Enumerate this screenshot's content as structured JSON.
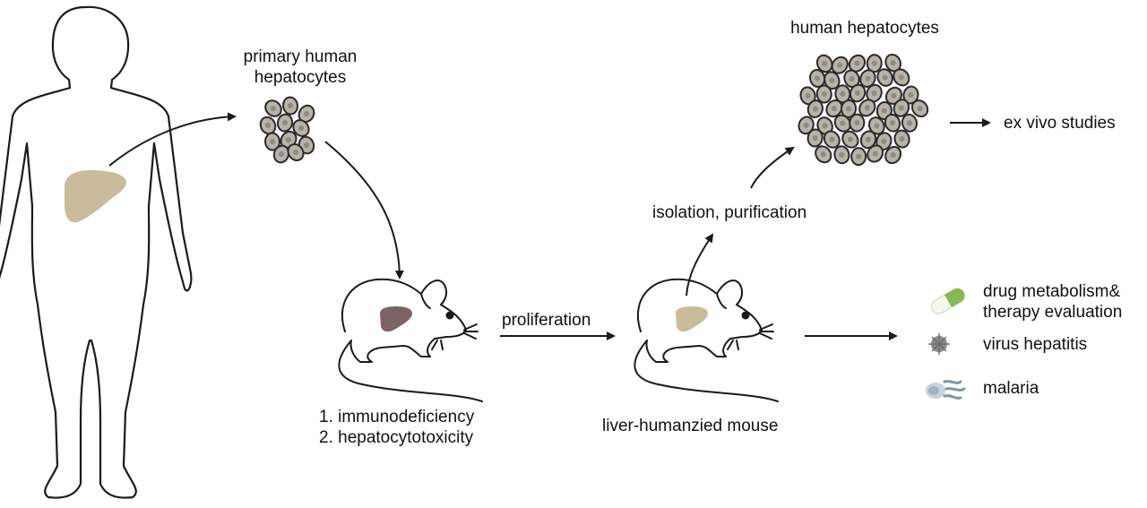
{
  "labels": {
    "primary_hepatocytes": [
      "primary human",
      "hepatocytes"
    ],
    "human_hepatocytes": "human hepatocytes",
    "ex_vivo": "ex vivo studies",
    "isolation": "isolation, purification",
    "proliferation": "proliferation",
    "requirements": [
      "1. immunodeficiency",
      "2. hepatocytotoxicity"
    ],
    "humanized_mouse": "liver-humanzied mouse"
  },
  "applications": [
    {
      "lines": [
        "drug metabolism&",
        "therapy evaluation"
      ],
      "icon": "capsule-icon"
    },
    {
      "lines": [
        "virus hepatitis"
      ],
      "icon": "virus-icon"
    },
    {
      "lines": [
        "malaria"
      ],
      "icon": "malaria-parasite-icon"
    }
  ],
  "colors": {
    "outline": "#1a1a1a",
    "human_liver": "#c9bb9c",
    "diseased_liver": "#7d6266",
    "humanized_liver": "#c9bb9c",
    "cell_fill": "#b8b3a8",
    "cell_nucleus": "#8f8a82",
    "capsule_green": "#86b855",
    "virus_gray": "#8a8a8a",
    "malaria_blue": "#9fb3c0"
  }
}
